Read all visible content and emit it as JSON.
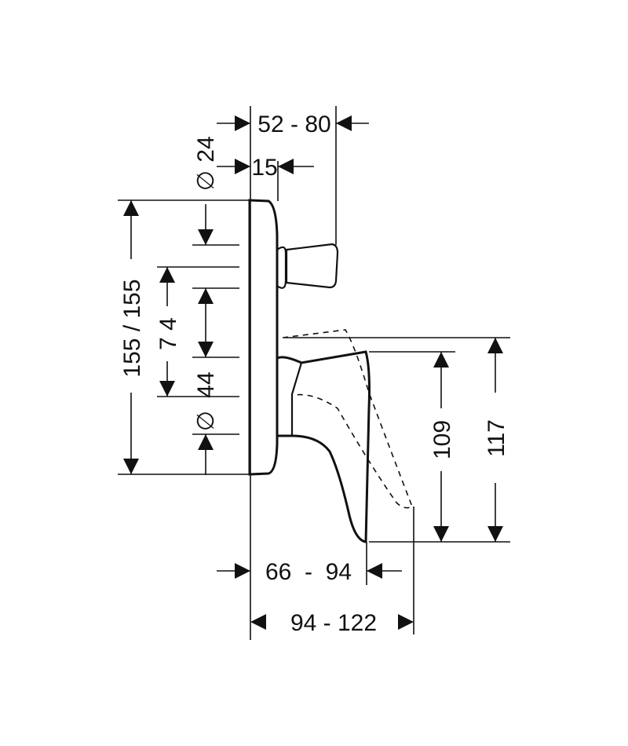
{
  "dimensions": {
    "top_depth_range": "52 - 80",
    "small_diameter_value": "24",
    "flange_thickness": "15",
    "plate_height": "155 / 155",
    "pitch_74": "7 4",
    "pitch_44": "44",
    "bottom_depth_range": "66  -  94",
    "overall_depth_range": "94 - 122",
    "handle_height_109": "109",
    "handle_height_117": "117"
  },
  "symbols": {
    "diameter_glyph": "∅"
  },
  "colors": {
    "line": "#111111",
    "background": "#ffffff"
  }
}
